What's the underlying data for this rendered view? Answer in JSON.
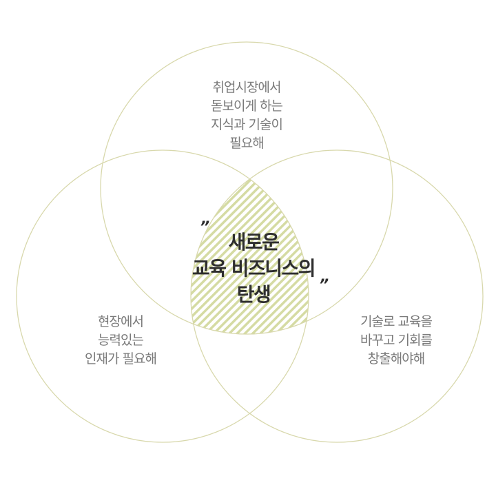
{
  "diagram": {
    "type": "venn",
    "colors": {
      "circle_stroke": "#d8d8ac",
      "hatch": "#d5dba3",
      "label_text": "#7a7a7a",
      "center_text": "#2e2e2e"
    },
    "circles": [
      {
        "id": "top",
        "lines": [
          "취업시장에서",
          "돋보이게 하는",
          "지식과 기술이",
          "필요해"
        ]
      },
      {
        "id": "left",
        "lines": [
          "현장에서",
          "능력있는",
          "인재가 필요해"
        ]
      },
      {
        "id": "right",
        "lines": [
          "기술로 교육을",
          "바꾸고 기회를",
          "창출해야해"
        ]
      }
    ],
    "center": {
      "open_quote": "”",
      "close_quote": "”",
      "lines": [
        "새로운",
        "교육 비즈니스의",
        "탄생"
      ]
    }
  }
}
